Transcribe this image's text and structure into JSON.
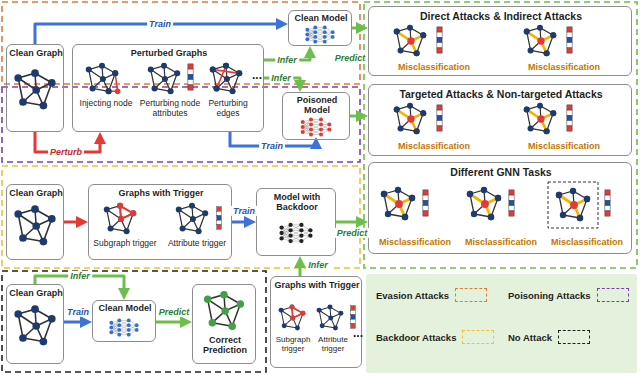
{
  "diagram": {
    "nodes": [
      {
        "text": [
          "Clean Graph"
        ]
      },
      {
        "text": [
          "Perturbed Graphs",
          "Injecting node",
          "Perturbing node attributes",
          "Perturbing edges",
          "..."
        ]
      },
      {
        "text": [
          "Clean Model"
        ]
      },
      {
        "text": [
          "Poisoned Model"
        ]
      },
      {
        "text": [
          "Direct Attacks & Indirect Attacks",
          "Misclassification",
          "Misclassification"
        ]
      },
      {
        "text": [
          "Targeted Attacks & Non-targeted Attacks",
          "Misclassification",
          "Misclassification"
        ]
      },
      {
        "text": [
          "Different GNN Tasks",
          "Misclassification",
          "Misclassification",
          "Misclassification"
        ]
      },
      {
        "text": [
          "Clean Graph"
        ]
      },
      {
        "text": [
          "Graphs with Trigger",
          "Subgraph trigger",
          "Attribute trigger"
        ]
      },
      {
        "text": [
          "Model with Backdoor"
        ]
      },
      {
        "text": [
          "Clean Graph"
        ]
      },
      {
        "text": [
          "Clean Model"
        ]
      },
      {
        "text": [
          "Correct Prediction"
        ]
      },
      {
        "text": [
          "Graphs with Trigger",
          "Subgraph trigger",
          "Attribute trigger",
          "..."
        ]
      }
    ],
    "edges": [
      {
        "from": 0,
        "to": 2,
        "label": "Train",
        "arrow": "to"
      },
      {
        "from": 0,
        "to": 1,
        "label": "Perturb",
        "arrow": "to"
      },
      {
        "from": 1,
        "to": 2,
        "label": "Infer",
        "arrow": "to"
      },
      {
        "from": 1,
        "to": 3,
        "label": "Infer",
        "arrow": "to"
      },
      {
        "from": 1,
        "to": 3,
        "label": "Train",
        "arrow": "to"
      },
      {
        "from": 2,
        "to": 4,
        "label": "Predict",
        "arrow": "to"
      },
      {
        "from": 3,
        "to": 5,
        "arrow": "to"
      },
      {
        "from": 7,
        "to": 8,
        "arrow": "to"
      },
      {
        "from": 8,
        "to": 9,
        "label": "Train",
        "arrow": "to"
      },
      {
        "from": 9,
        "to": 6,
        "label": "Predict",
        "arrow": "to"
      },
      {
        "from": 13,
        "to": 9,
        "label": "Infer",
        "arrow": "to"
      },
      {
        "from": 10,
        "to": 11,
        "label": "Train",
        "arrow": "to"
      },
      {
        "from": 11,
        "to": 12,
        "label": "Predict",
        "arrow": "to"
      },
      {
        "from": 10,
        "to": 11,
        "label": "Infer",
        "arrow": "to"
      }
    ],
    "legend": [
      {
        "text": "Evasion Attacks"
      },
      {
        "text": "Poisoning Attacks"
      },
      {
        "text": "Backdoor Attacks"
      },
      {
        "text": "No Attack"
      }
    ]
  }
}
